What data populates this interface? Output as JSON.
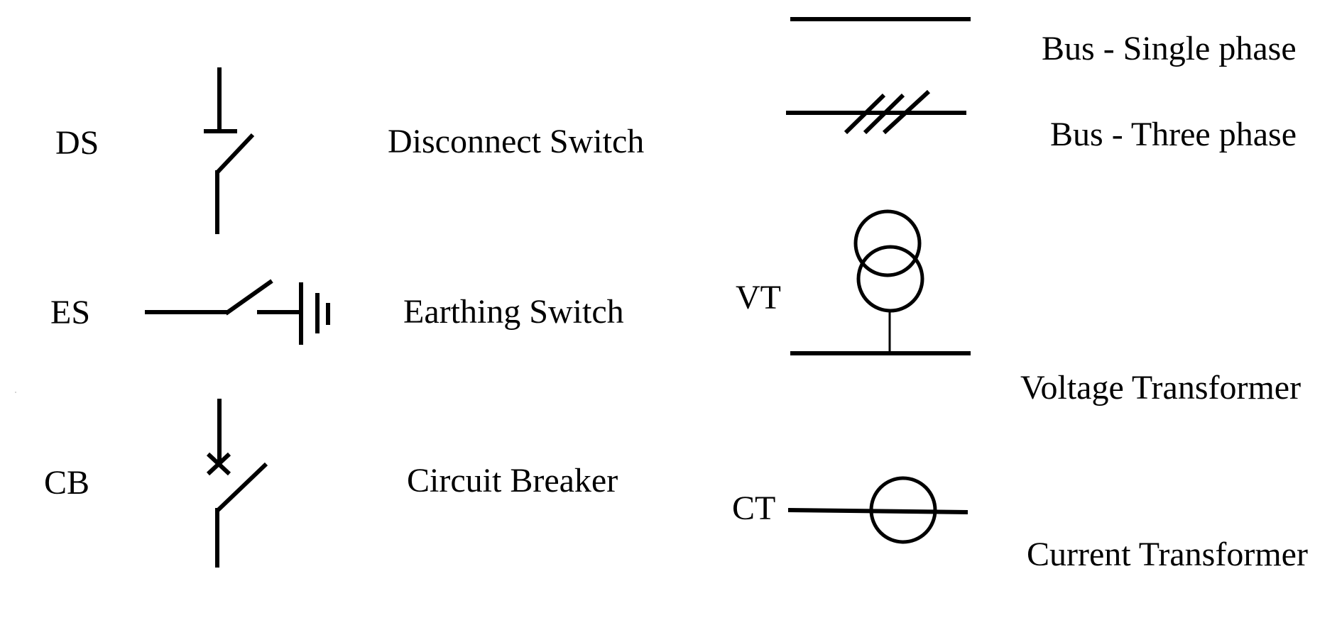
{
  "colors": {
    "background": "#ffffff",
    "ink": "#000000"
  },
  "symbols": {
    "disconnect_switch": {
      "abbr": "DS",
      "label": "Disconnect Switch",
      "icon": "disconnect-switch-icon"
    },
    "earthing_switch": {
      "abbr": "ES",
      "label": "Earthing Switch",
      "icon": "earthing-switch-icon"
    },
    "circuit_breaker": {
      "abbr": "CB",
      "label": "Circuit Breaker",
      "icon": "circuit-breaker-icon"
    },
    "bus_single_phase": {
      "label": "Bus - Single phase",
      "icon": "bus-single-phase-icon"
    },
    "bus_three_phase": {
      "label": "Bus - Three phase",
      "icon": "bus-three-phase-icon"
    },
    "voltage_transformer": {
      "abbr": "VT",
      "label": "Voltage Transformer",
      "icon": "voltage-transformer-icon"
    },
    "current_transformer": {
      "abbr": "CT",
      "label": "Current Transformer",
      "icon": "current-transformer-icon"
    }
  }
}
